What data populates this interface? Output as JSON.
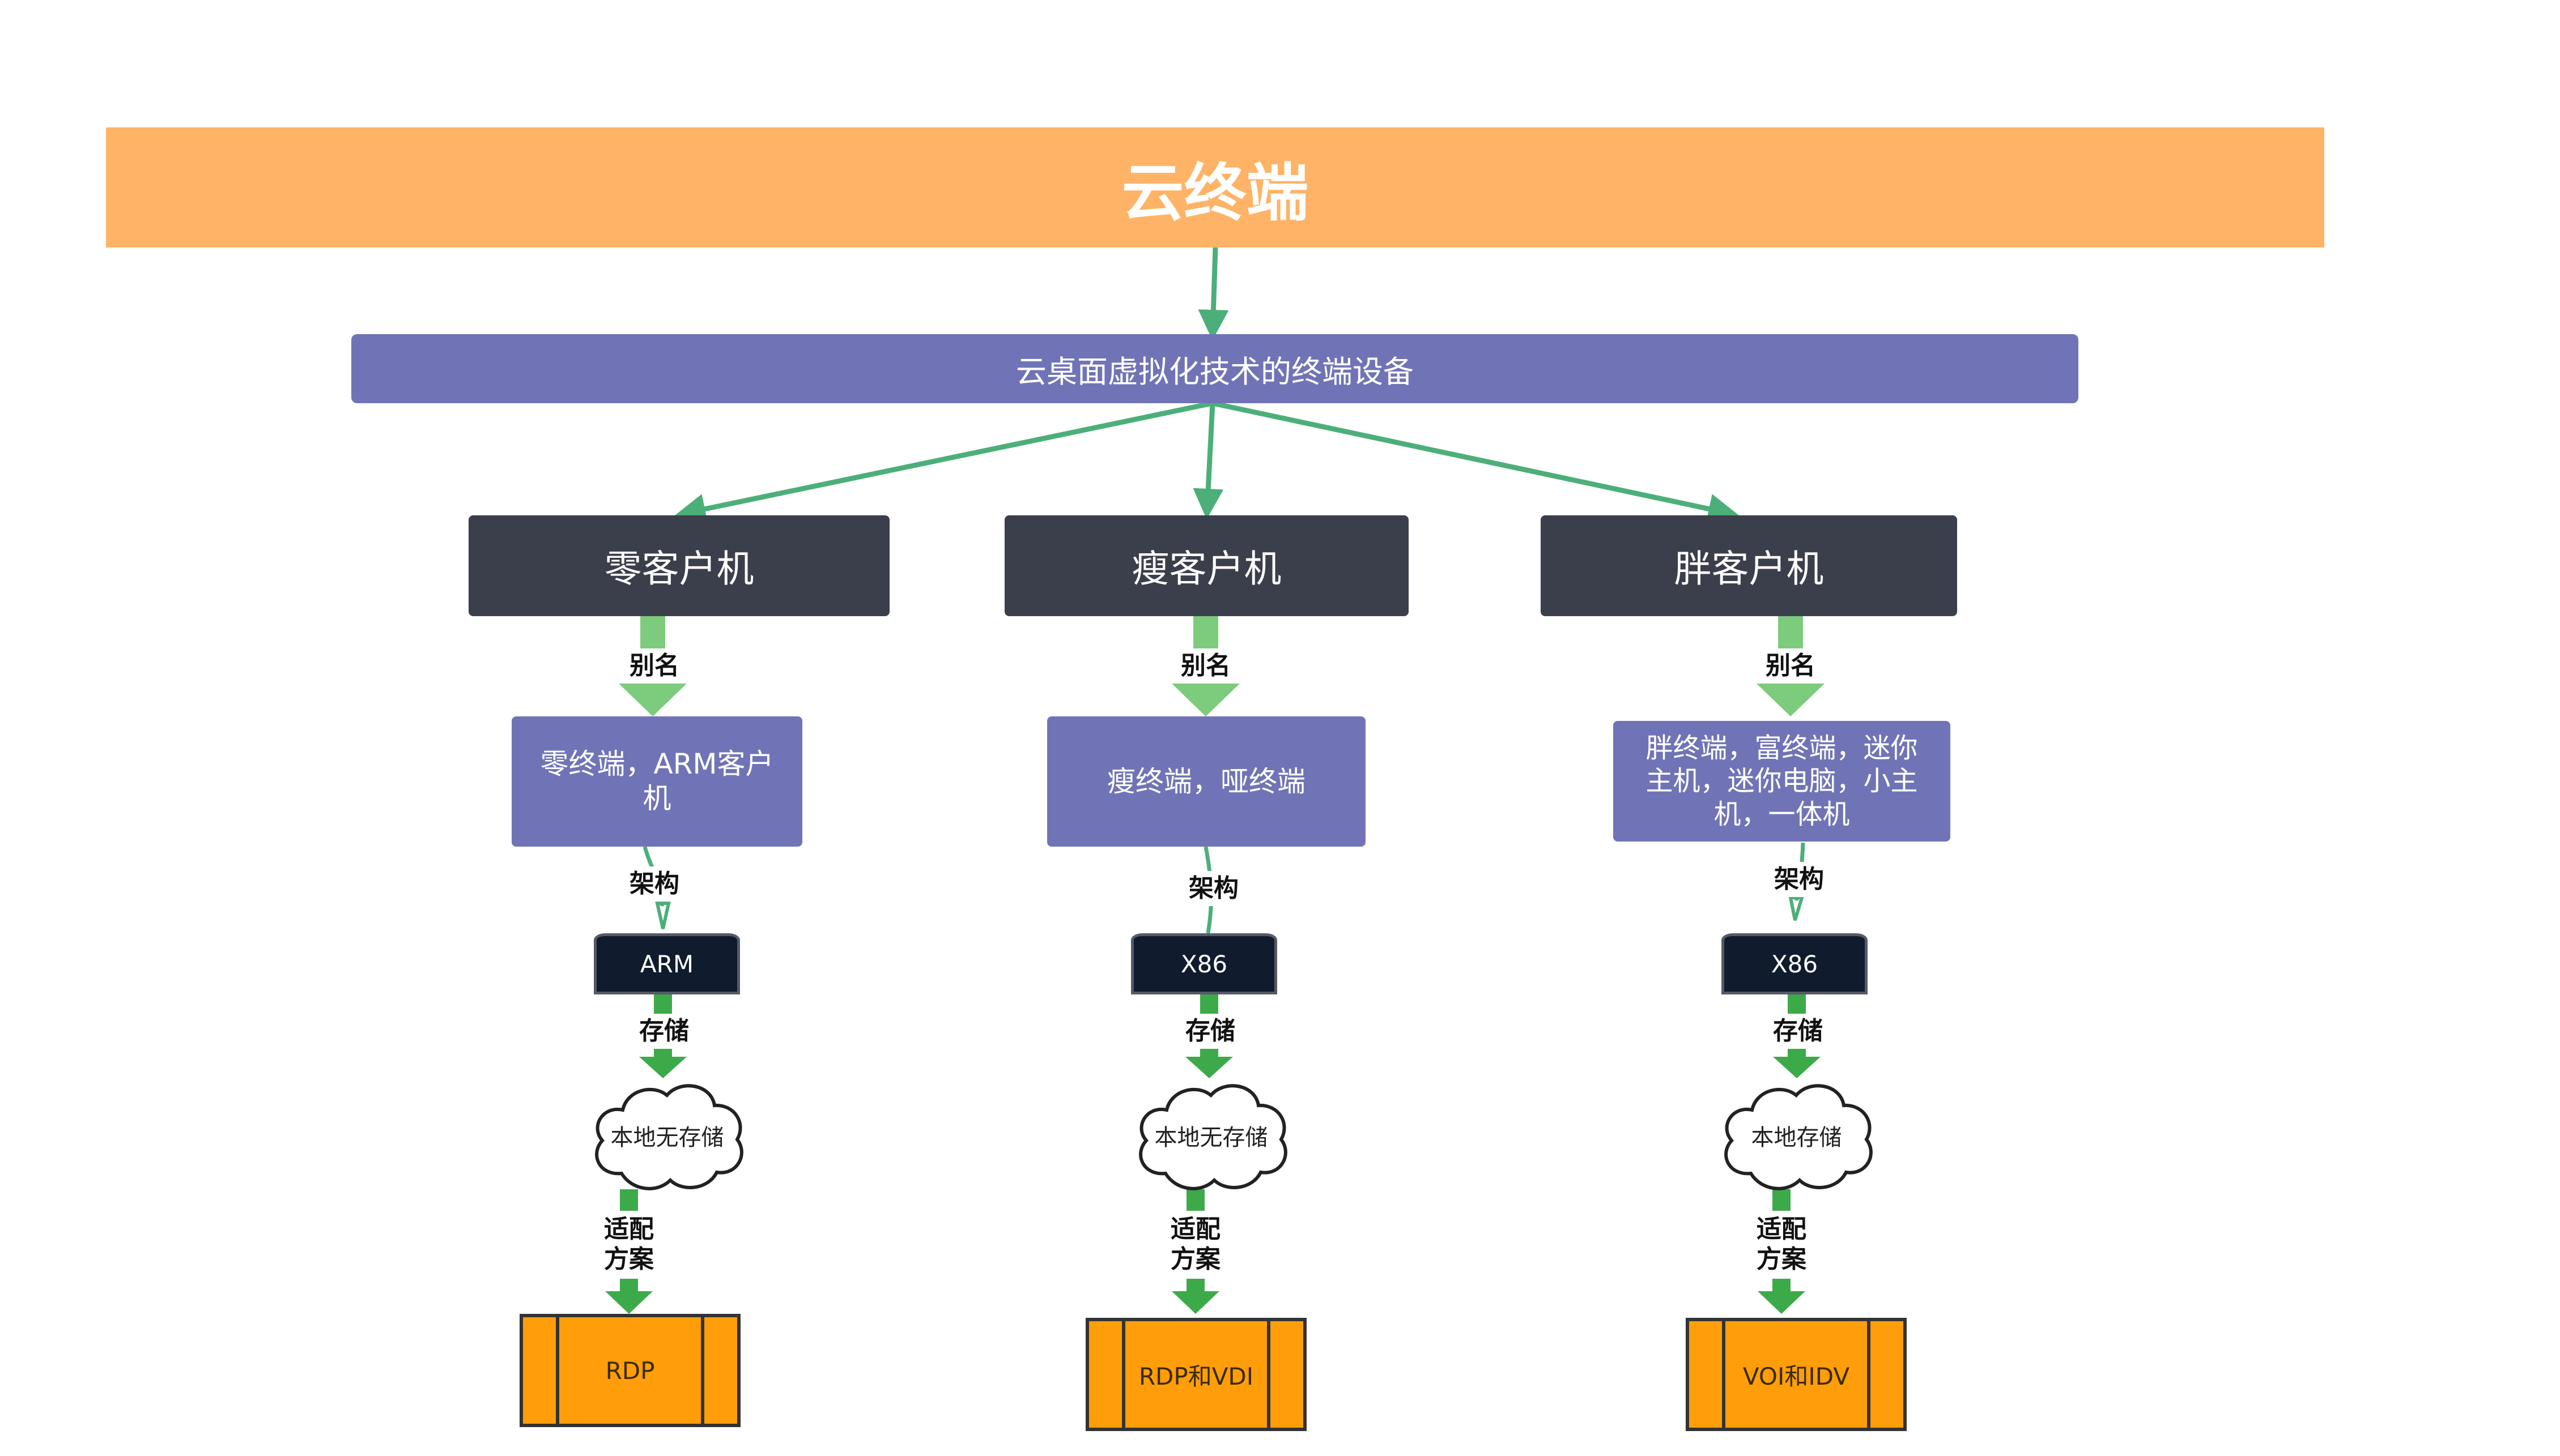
{
  "title": "云终端",
  "subtitle": "云桌面虚拟化技术的终端设备",
  "edge_labels": {
    "alias": "别名",
    "architecture": "架构",
    "storage": "存储",
    "solution": "适配\n方案"
  },
  "branches": [
    {
      "type": "零客户机",
      "alias": "零终端，ARM客户机",
      "architecture": "ARM",
      "storage": "本地无存储",
      "solution": "RDP"
    },
    {
      "type": "瘦客户机",
      "alias": "瘦终端，哑终端",
      "architecture": "X86",
      "storage": "本地无存储",
      "solution": "RDP和VDI"
    },
    {
      "type": "胖客户机",
      "alias": "胖终端，富终端，迷你主机，迷你电脑，小主机，一体机",
      "architecture": "X86",
      "storage": "本地存储",
      "solution": "VOI和IDV"
    }
  ],
  "colors": {
    "title": "#FFB366",
    "subtitle": "#7074B6",
    "type_box": "#3B3E4B",
    "alias_box": "#7074B6",
    "arch_box": "#101B2E",
    "solution_box": "#FF9E0A",
    "connector": "#4CAF7A",
    "thick_arrow_light": "#7DCB7D",
    "thick_arrow_dark": "#3DAA4A"
  }
}
